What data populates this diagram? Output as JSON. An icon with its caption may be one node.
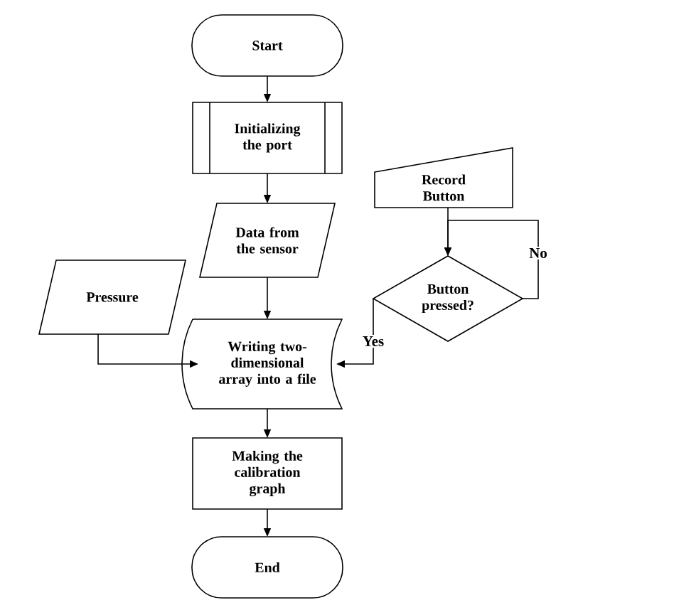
{
  "diagram": {
    "nodes": [
      {
        "text": [
          "Start"
        ]
      },
      {
        "text": [
          "Initializing the port"
        ]
      },
      {
        "text": [
          "Data from the sensor"
        ]
      },
      {
        "text": [
          "Record Button"
        ]
      },
      {
        "text": [
          "Pressure"
        ]
      },
      {
        "text": [
          "Button pressed?"
        ]
      },
      {
        "text": [
          "Writing two-dimensional array into a file"
        ]
      },
      {
        "text": [
          "Making the calibration graph"
        ]
      },
      {
        "text": [
          "End"
        ]
      }
    ],
    "edges": [
      {
        "from": 0,
        "to": 1,
        "arrow": "to"
      },
      {
        "from": 1,
        "to": 2,
        "arrow": "to"
      },
      {
        "from": 2,
        "to": 6,
        "arrow": "to"
      },
      {
        "from": 3,
        "to": 5,
        "arrow": "to"
      },
      {
        "from": 5,
        "to": 5,
        "arrow": "to",
        "label": "No"
      },
      {
        "from": 4,
        "to": 6,
        "arrow": "to"
      },
      {
        "from": 5,
        "to": 6,
        "arrow": "to",
        "label": "Yes"
      },
      {
        "from": 6,
        "to": 7,
        "arrow": "to"
      },
      {
        "from": 7,
        "to": 8,
        "arrow": "to"
      }
    ]
  }
}
